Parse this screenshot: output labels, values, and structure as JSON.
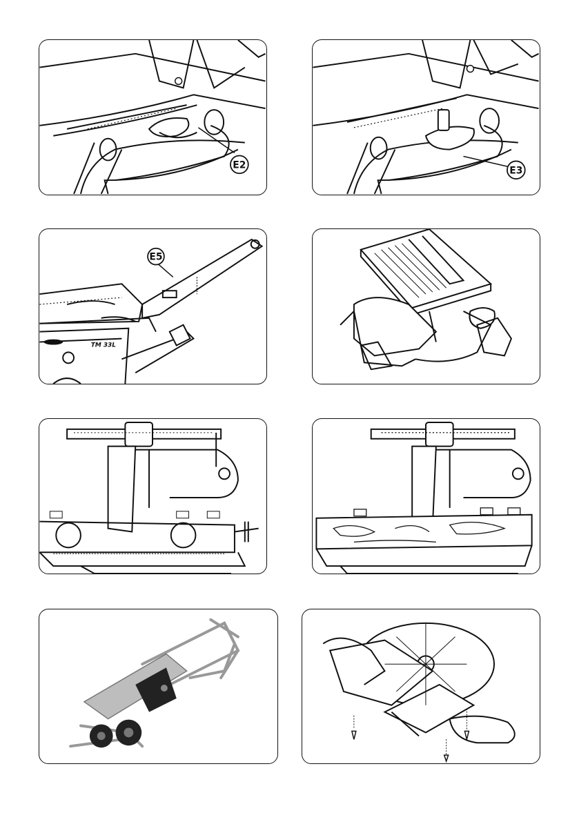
{
  "figures": {
    "fig1": {
      "callout": "E2"
    },
    "fig2": {
      "callout": "E3"
    },
    "fig3": {
      "callout": "E5",
      "model_text": "TM 33L"
    },
    "fig4": {},
    "fig5": {},
    "fig6": {},
    "fig7": {},
    "fig8": {}
  }
}
